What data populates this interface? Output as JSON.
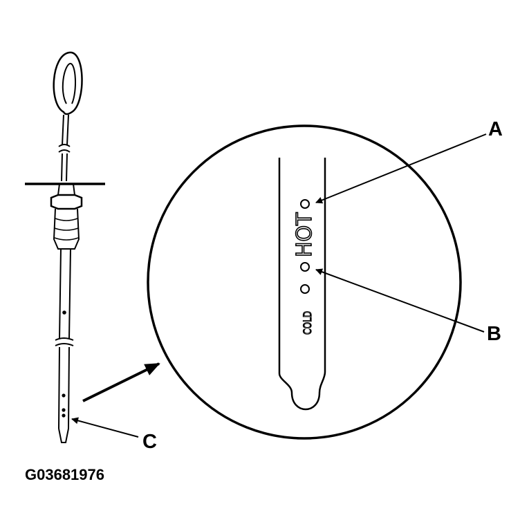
{
  "diagram": {
    "callouts": {
      "a": "A",
      "b": "B",
      "c": "C"
    },
    "dipstick_marking": "HOT",
    "dipstick_marking_lower": "COLD",
    "figure_code": "G03681976"
  }
}
